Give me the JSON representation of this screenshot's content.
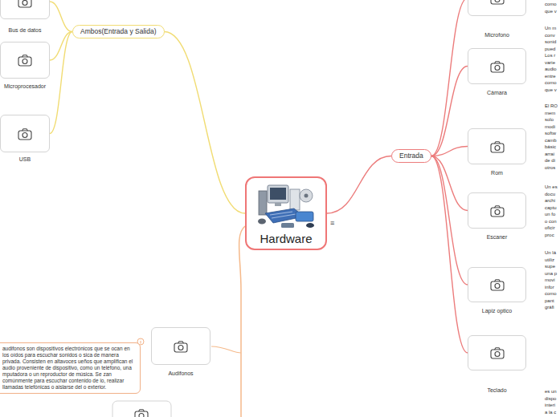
{
  "diagram": {
    "nodes": [
      {
        "text": [
          "Hardware"
        ]
      },
      {
        "text": [
          "Ambos(Entrada y Salida)"
        ]
      },
      {
        "text": [
          "Bus de datos"
        ]
      },
      {
        "text": [
          "Microprocesador"
        ]
      },
      {
        "text": [
          "USB"
        ]
      },
      {
        "text": [
          "Entrada"
        ]
      },
      {
        "text": [
          "Microfono",
          "como que v"
        ]
      },
      {
        "text": [
          "Cámara",
          "Un m conv sonid pued Los r varie audio entre como que v"
        ]
      },
      {
        "text": [
          "Rom",
          "El RO mem solo modi softw camb básic arrai de di otros"
        ]
      },
      {
        "text": [
          "Escaner",
          "Un es docu archi captu un fo o con oficir proc"
        ]
      },
      {
        "text": [
          "Lapiz optico",
          "Un lá utiliz supe una p movi infor como pant gráfi"
        ]
      },
      {
        "text": [
          "Teclado",
          "es un dispo interi a la c"
        ]
      },
      {
        "text": [
          "audifonos son dispositivos electrónicos que se ocan en los oídos para escuchar sonidos o sica de manera privada. Consisten en altavoces ueños que amplifican el audio proveniente de dispositivo, como un teléfono, una mputadora o un reproductor de música. Se zan comúnmente para escuchar contenido de io, realizar llamadas telefónicas o aislarse del o exterior."
        ]
      },
      {
        "text": [
          "Audifonos"
        ]
      }
    ],
    "edges": [
      {
        "from": 0,
        "to": 1,
        "arrow": "none"
      },
      {
        "from": 1,
        "to": 2,
        "arrow": "none"
      },
      {
        "from": 1,
        "to": 3,
        "arrow": "none"
      },
      {
        "from": 1,
        "to": 4,
        "arrow": "none"
      },
      {
        "from": 0,
        "to": 5,
        "arrow": "none"
      },
      {
        "from": 5,
        "to": 6,
        "arrow": "none"
      },
      {
        "from": 5,
        "to": 7,
        "arrow": "none"
      },
      {
        "from": 5,
        "to": 8,
        "arrow": "none"
      },
      {
        "from": 5,
        "to": 9,
        "arrow": "none"
      },
      {
        "from": 5,
        "to": 10,
        "arrow": "none"
      },
      {
        "from": 5,
        "to": 11,
        "arrow": "none"
      }
    ],
    "labels": [
      "≡"
    ]
  }
}
